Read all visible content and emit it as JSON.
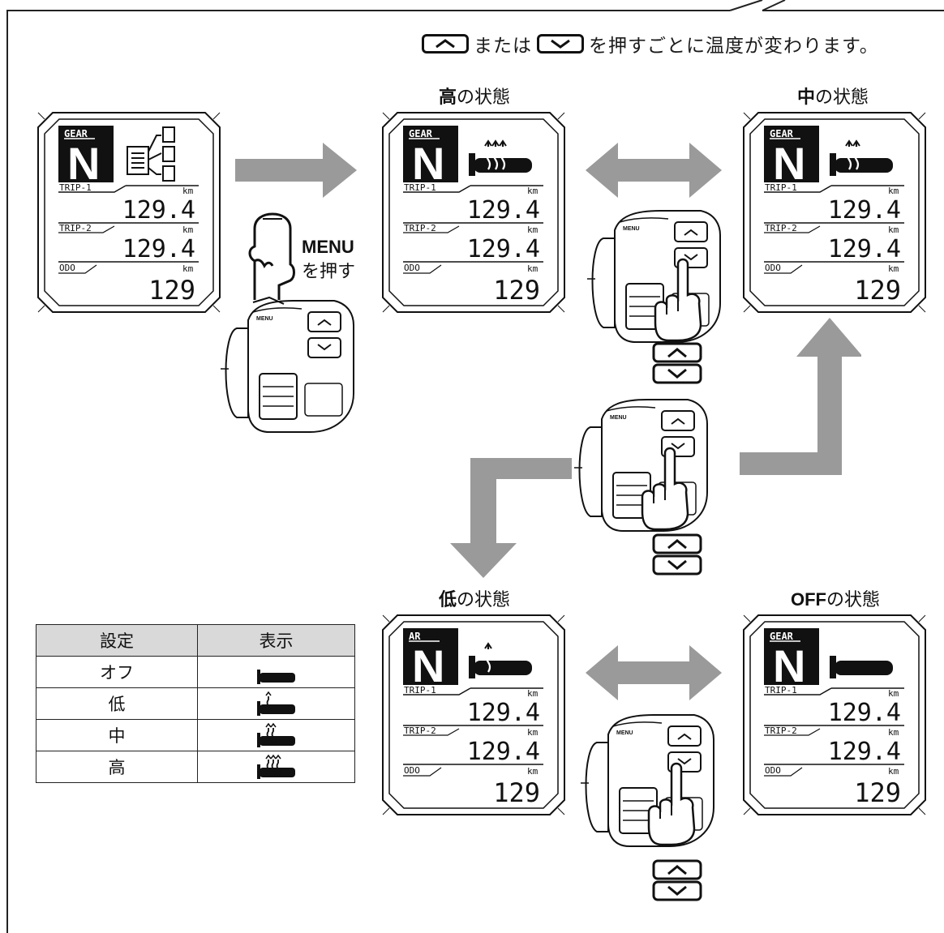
{
  "instruction": {
    "connector": "または",
    "text": "を押すごとに温度が変わります。"
  },
  "states": {
    "high": {
      "bold": "高",
      "suffix": "の状態"
    },
    "mid": {
      "bold": "中",
      "suffix": "の状態"
    },
    "low": {
      "bold": "低",
      "suffix": "の状態"
    },
    "off": {
      "bold": "OFF",
      "suffix": "の状態"
    }
  },
  "menu_action": {
    "button": "MENU",
    "verb": "を押す"
  },
  "display": {
    "gear_label": "GEAR",
    "gear_label_low": "AR",
    "gear": "N",
    "trip1_label": "TRIP-1",
    "trip2_label": "TRIP-2",
    "odo_label": "ODO",
    "unit": "km",
    "trip1": "129.4",
    "trip2": "129.4",
    "odo": "129"
  },
  "switch_labels": {
    "menu": "MENU"
  },
  "legend_table": {
    "headers": [
      "設定",
      "表示"
    ],
    "rows": [
      {
        "setting": "オフ",
        "icon": "grip-heater-off-icon"
      },
      {
        "setting": "低",
        "icon": "grip-heater-low-icon"
      },
      {
        "setting": "中",
        "icon": "grip-heater-mid-icon"
      },
      {
        "setting": "高",
        "icon": "grip-heater-high-icon"
      }
    ]
  },
  "colors": {
    "arrow": "#9a9a9a",
    "table_header": "#d9d9d9",
    "ink": "#111111"
  }
}
